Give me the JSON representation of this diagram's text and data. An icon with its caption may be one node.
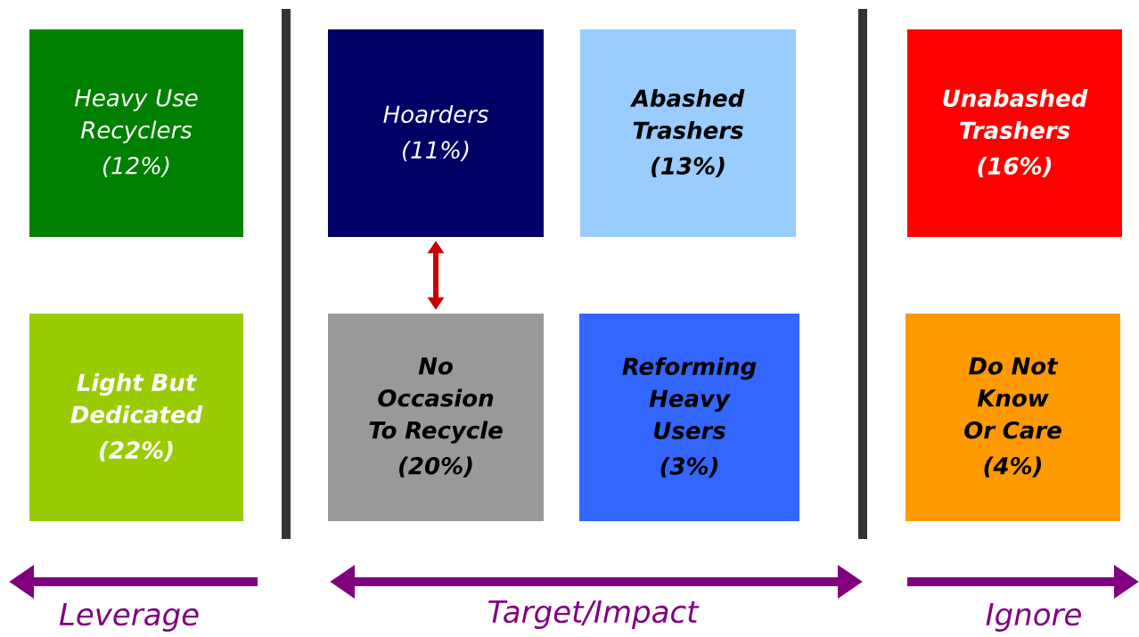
{
  "diagram": {
    "nodes": [
      {
        "text": [
          "Heavy Use Recyclers",
          "(12%)"
        ]
      },
      {
        "text": [
          "Light But Dedicated",
          "(22%)"
        ]
      },
      {
        "text": [
          "Hoarders",
          "(11%)"
        ]
      },
      {
        "text": [
          "Abashed Trashers",
          "(13%)"
        ]
      },
      {
        "text": [
          "No Occasion To Recycle",
          "(20%)"
        ]
      },
      {
        "text": [
          "Reforming Heavy Users",
          "(3%)"
        ]
      },
      {
        "text": [
          "Unabashed Trashers",
          "(16%)"
        ]
      },
      {
        "text": [
          "Do Not Know Or Care",
          "(4%)"
        ]
      }
    ],
    "edges": [
      {
        "from": 2,
        "to": 4,
        "arrow": "both",
        "color": "#cc0000"
      }
    ],
    "labels": [
      "Leverage",
      "Target/Impact",
      "Ignore"
    ]
  }
}
